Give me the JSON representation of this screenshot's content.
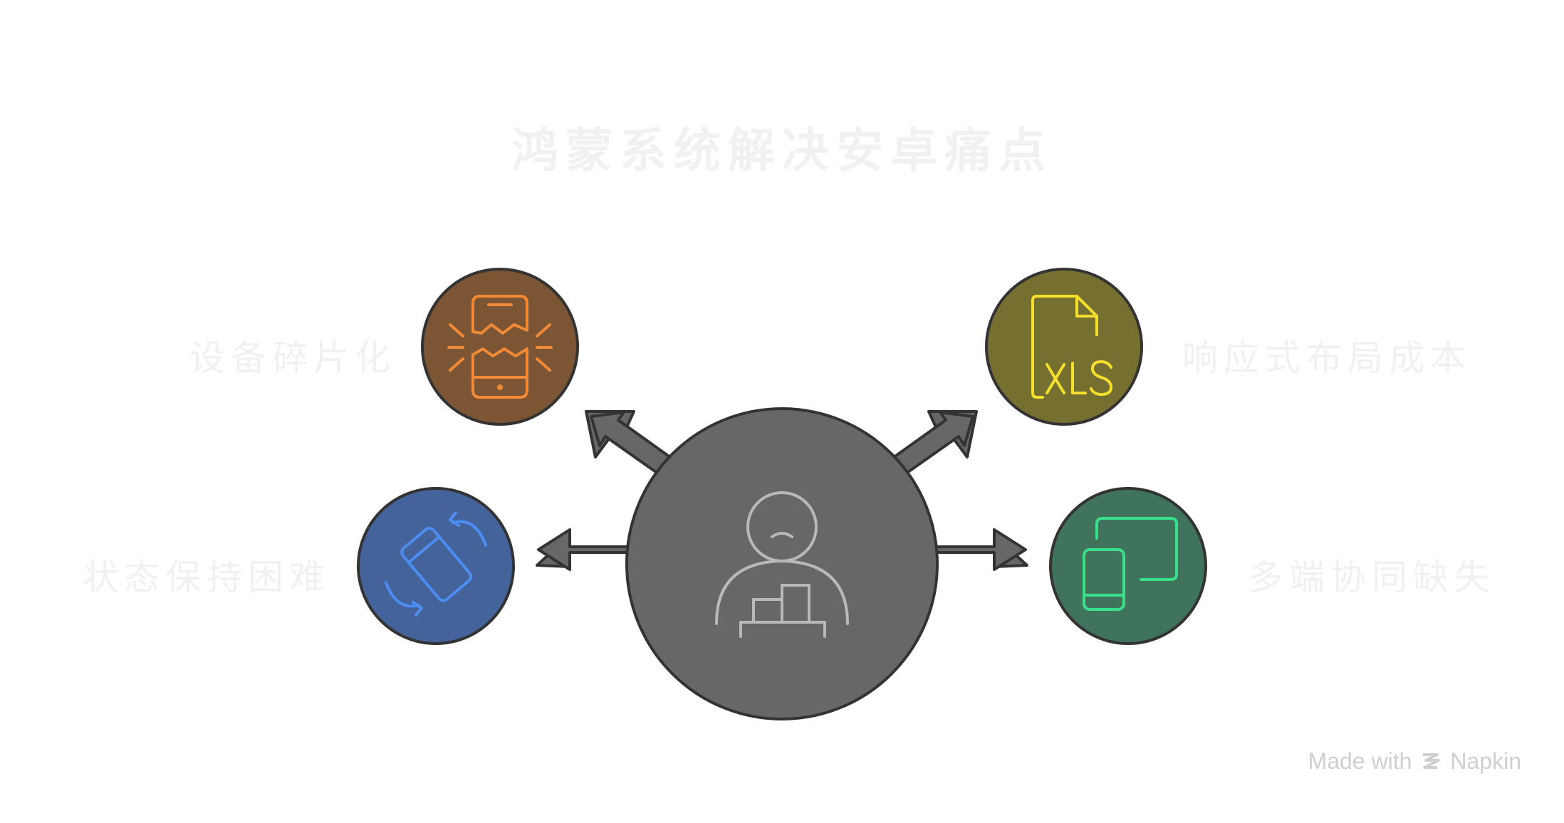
{
  "diagram": {
    "title": "鸿蒙系统解决安卓痛点",
    "pain_points": [
      {
        "label": "设备碎片化",
        "icon": "broken-phone-icon",
        "color": "#7b5534",
        "stroke": "#f08a37"
      },
      {
        "label": "响应式布局成本",
        "icon": "xls-file-icon",
        "color": "#767030",
        "stroke": "#f4df2c"
      },
      {
        "label": "状态保持困难",
        "icon": "rotate-phone-icon",
        "color": "#43639a",
        "stroke": "#4d8df2"
      },
      {
        "label": "多端协同缺失",
        "icon": "multi-device-icon",
        "color": "#40735b",
        "stroke": "#39e08c"
      }
    ],
    "center": {
      "icon": "sad-person-icon",
      "color": "#676767"
    }
  },
  "watermark": {
    "text": "Made with",
    "brand": "Napkin"
  }
}
